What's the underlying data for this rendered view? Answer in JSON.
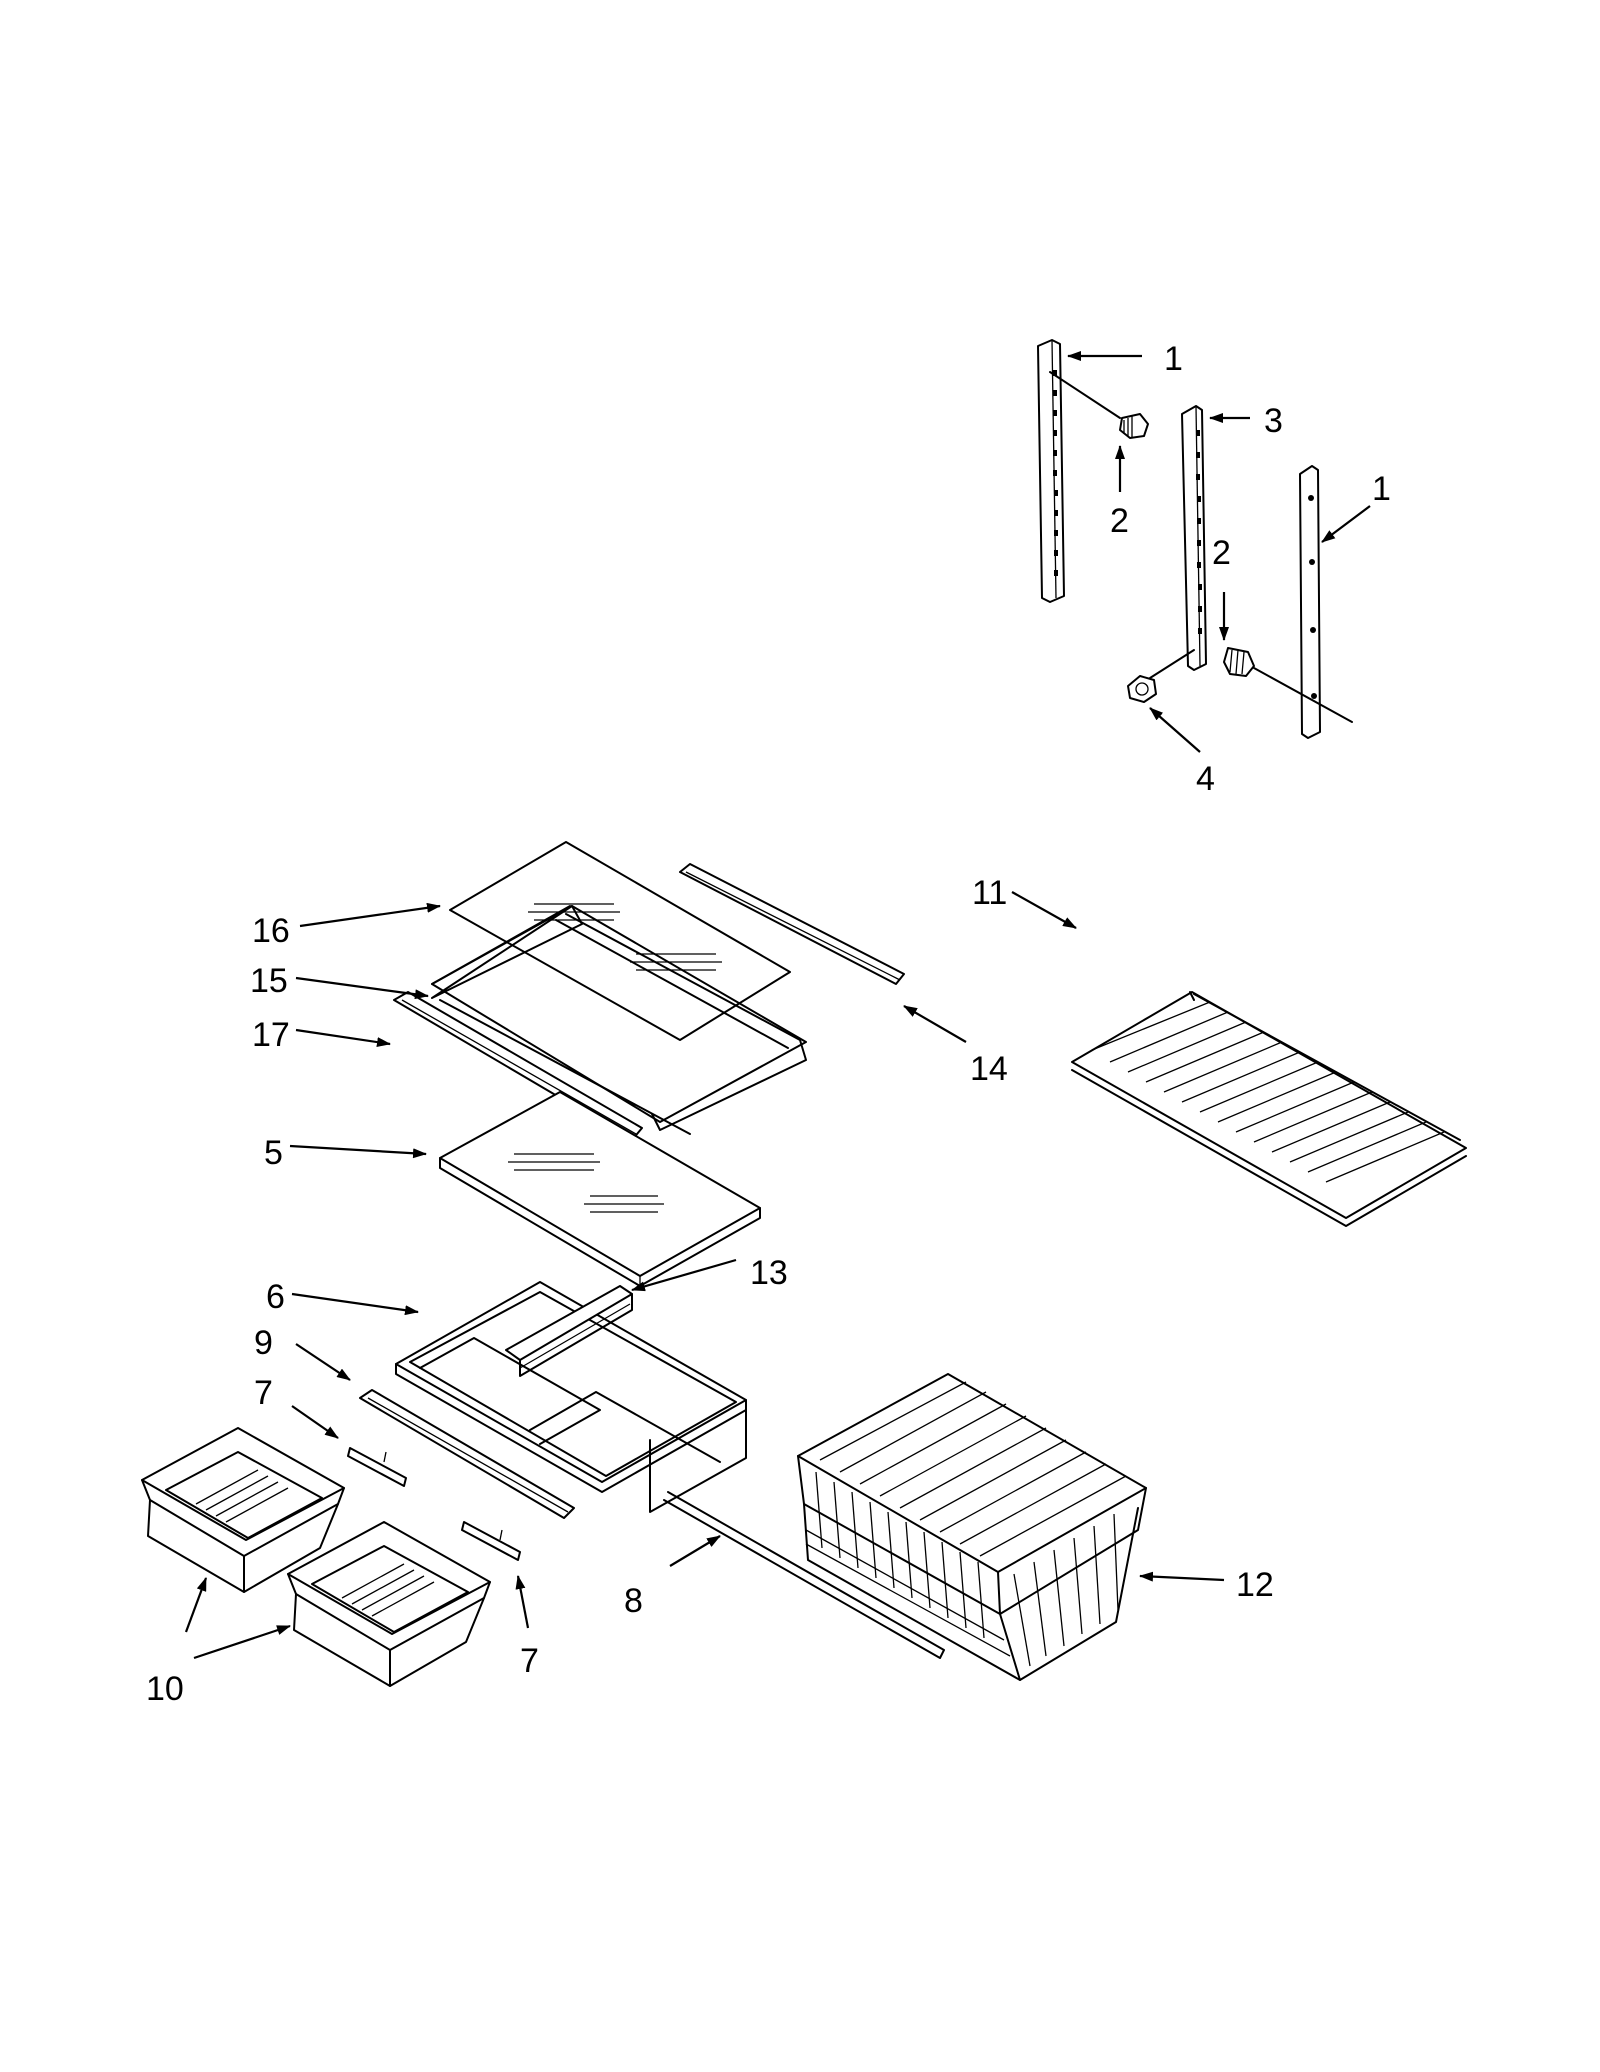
{
  "callouts": [
    {
      "id": "c1a",
      "label": "1"
    },
    {
      "id": "c2a",
      "label": "2"
    },
    {
      "id": "c3",
      "label": "3"
    },
    {
      "id": "c1b",
      "label": "1"
    },
    {
      "id": "c2b",
      "label": "2"
    },
    {
      "id": "c4",
      "label": "4"
    },
    {
      "id": "c16",
      "label": "16"
    },
    {
      "id": "c15",
      "label": "15"
    },
    {
      "id": "c17",
      "label": "17"
    },
    {
      "id": "c5",
      "label": "5"
    },
    {
      "id": "c14",
      "label": "14"
    },
    {
      "id": "c11",
      "label": "11"
    },
    {
      "id": "c6",
      "label": "6"
    },
    {
      "id": "c13",
      "label": "13"
    },
    {
      "id": "c9",
      "label": "9"
    },
    {
      "id": "c7a",
      "label": "7"
    },
    {
      "id": "c7b",
      "label": "7"
    },
    {
      "id": "c8",
      "label": "8"
    },
    {
      "id": "c10",
      "label": "10"
    },
    {
      "id": "c12",
      "label": "12"
    }
  ]
}
